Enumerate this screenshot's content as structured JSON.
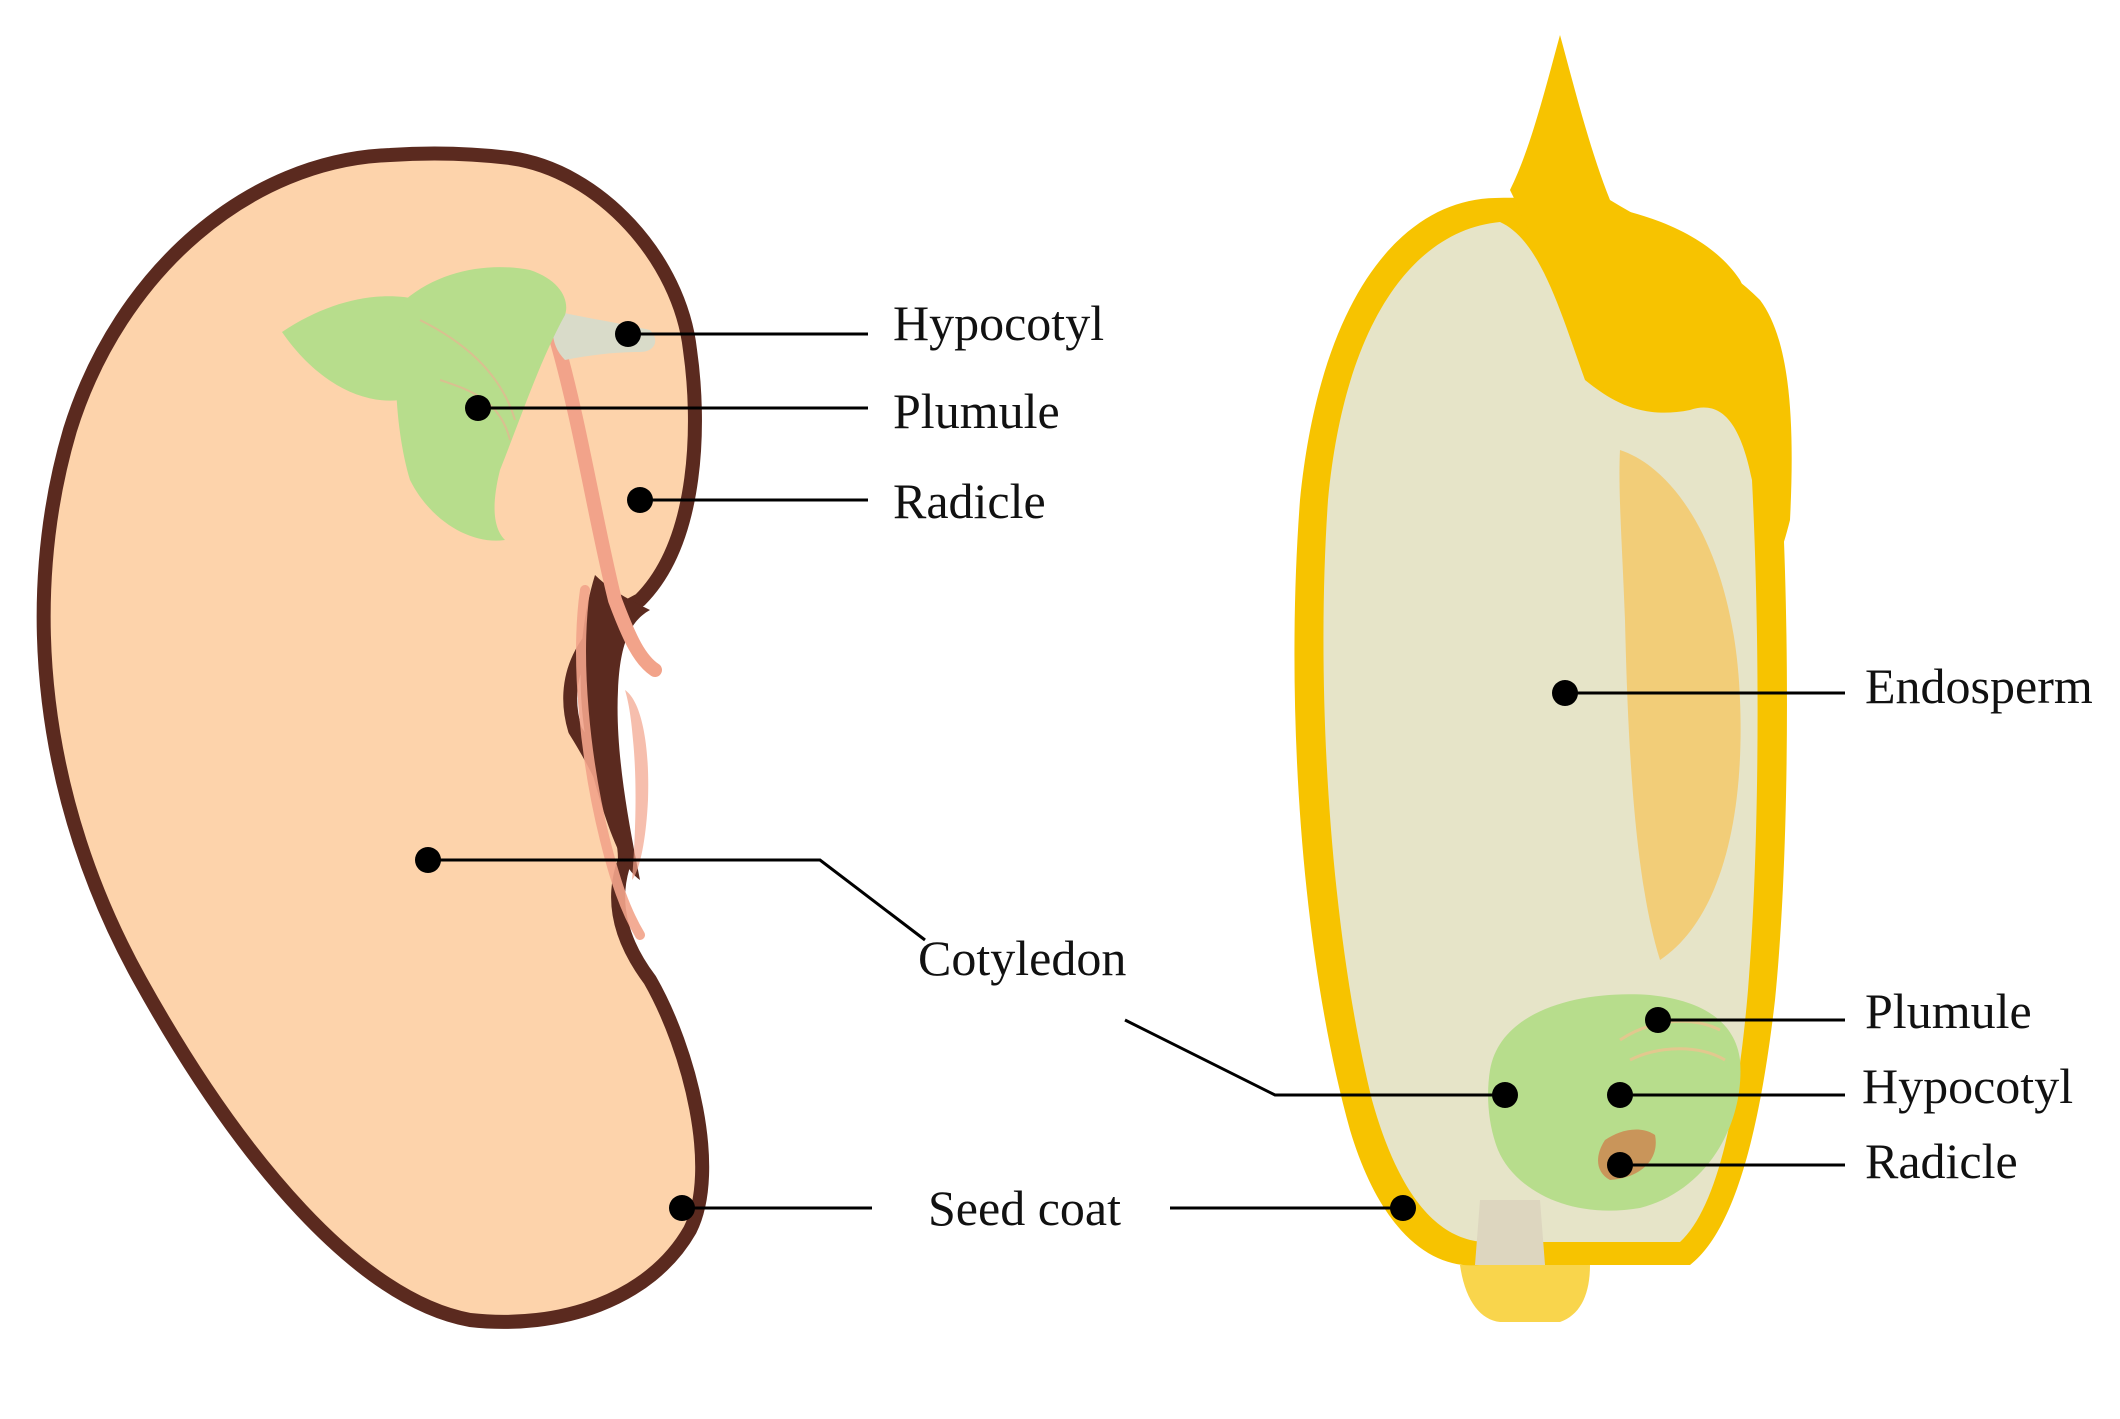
{
  "colors": {
    "bean_fill": "#fdd3ab",
    "bean_coat": "#5b2a1f",
    "bean_plumule": "#b7dd8c",
    "bean_radicle": "#f2a38a",
    "bean_hypocotyl": "#d9dbc9",
    "grain_hull": "#f7c300",
    "grain_endosperm": "#e6e4c8",
    "grain_aleurone": "#f5c65e",
    "grain_embryo": "#b7dd8c",
    "grain_radicle": "#c9955a",
    "grain_base": "#ddd6bf",
    "leader_line": "#000000",
    "label_text": "#111111"
  },
  "dicot_labels": {
    "hypocotyl": "Hypocotyl",
    "plumule": "Plumule",
    "radicle": "Radicle"
  },
  "shared_labels": {
    "cotyledon": "Cotyledon",
    "seed_coat": "Seed coat"
  },
  "monocot_labels": {
    "endosperm": "Endosperm",
    "plumule": "Plumule",
    "hypocotyl": "Hypocotyl",
    "radicle": "Radicle"
  }
}
